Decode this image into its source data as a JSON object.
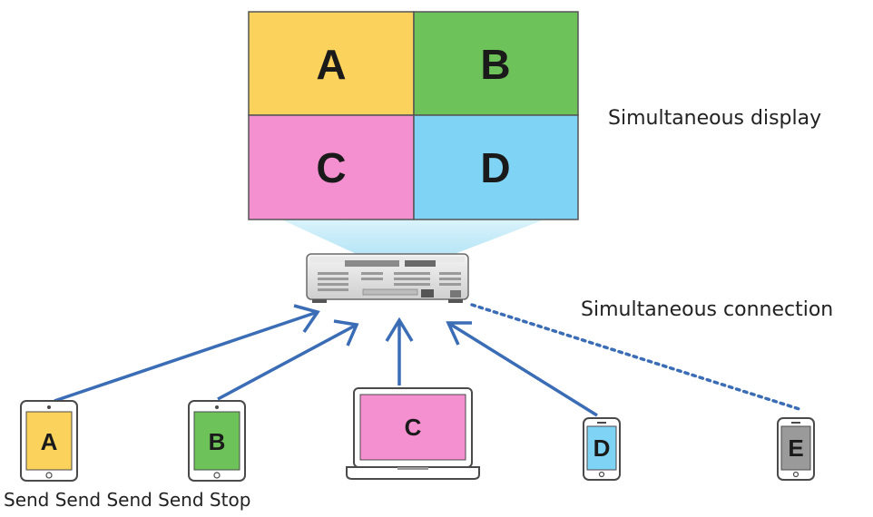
{
  "screen": {
    "quadrants": [
      {
        "label": "A",
        "color": "#fbd35c"
      },
      {
        "label": "B",
        "color": "#6ec25a"
      },
      {
        "label": "C",
        "color": "#f48fd0"
      },
      {
        "label": "D",
        "color": "#7fd3f4"
      }
    ]
  },
  "captions": {
    "display": "Simultaneous display",
    "connection": "Simultaneous connection"
  },
  "devices": [
    {
      "label": "A",
      "type": "tablet",
      "color": "#fbd35c"
    },
    {
      "label": "B",
      "type": "tablet",
      "color": "#6ec25a"
    },
    {
      "label": "C",
      "type": "laptop",
      "color": "#f48fd0"
    },
    {
      "label": "D",
      "type": "phone",
      "color": "#7fd3f4"
    },
    {
      "label": "E",
      "type": "phone",
      "color": "#9a9a9a"
    }
  ],
  "send_row": "Send Send Send Send Stop",
  "colors": {
    "arrow": "#3a6db5",
    "beam": "#bfe9f8"
  }
}
